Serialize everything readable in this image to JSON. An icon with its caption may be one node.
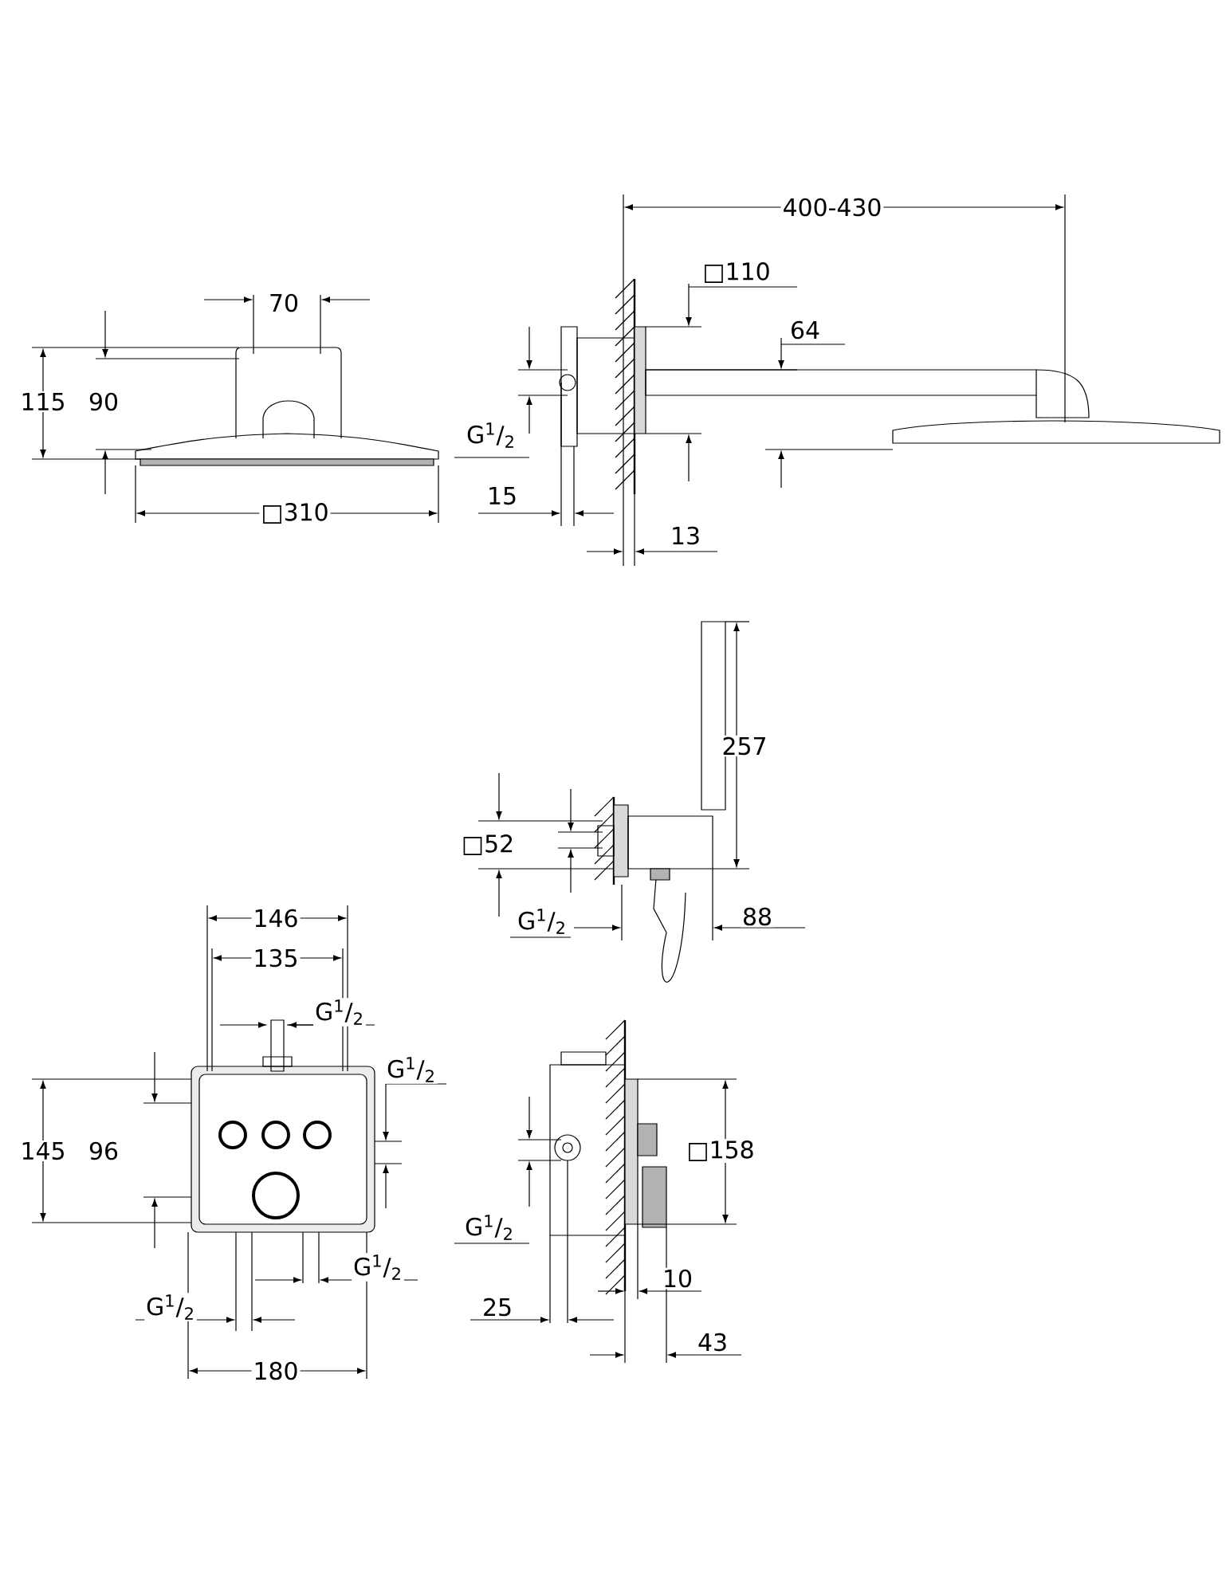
{
  "diagram": {
    "labels": [
      "400-430",
      "□110",
      "70",
      "64",
      "115",
      "90",
      "G$^{1}$/$_{2}$",
      "15",
      "□310",
      "13",
      "257",
      "□52",
      "146",
      "G$^{1}$/$_{2}$",
      "88",
      "135",
      "G$^{1}$/$_{2}$",
      "G$^{1}$/$_{2}$",
      "145",
      "96",
      "□158",
      "G$^{1}$/$_{2}$",
      "G$^{1}$/$_{2}$",
      "10",
      "G$^{1}$/$_{2}$",
      "25",
      "43",
      "180"
    ]
  }
}
